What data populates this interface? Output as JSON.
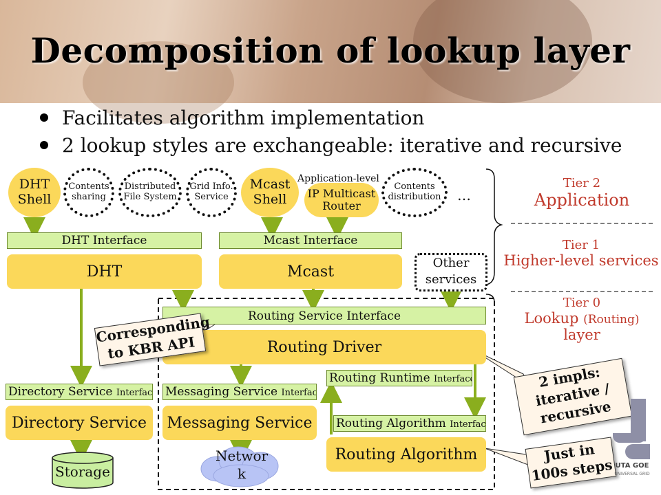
{
  "title": "Decomposition of lookup layer",
  "bullets": [
    "Facilitates algorithm implementation",
    "2 lookup styles are exchangeable: iterative and recursive"
  ],
  "apps": {
    "dht_shell": [
      "DHT",
      "Shell"
    ],
    "contents_sharing": [
      "Contents",
      "sharing"
    ],
    "distributed_fs": [
      "Distributed",
      "File System"
    ],
    "grid_info": [
      "Grid Info.",
      "Service"
    ],
    "mcast_shell": [
      "Mcast",
      "Shell"
    ],
    "ip_multicast_top": "Application-level",
    "ip_multicast": [
      "IP Multicast",
      "Router"
    ],
    "contents_distribution": [
      "Contents",
      "distribution"
    ],
    "ellipsis": "…"
  },
  "interfaces": {
    "dht": "DHT Interface",
    "mcast": "Mcast Interface",
    "routing_service": "Routing Service Interface",
    "directory_main": "Directory Service",
    "messaging_main": "Messaging Service",
    "runtime_main": "Routing Runtime",
    "algorithm_main": "Routing Algorithm",
    "suffix": "Interface"
  },
  "components": {
    "dht": "DHT",
    "mcast": "Mcast",
    "other": [
      "Other",
      "services"
    ],
    "routing_driver": "Routing Driver",
    "directory_service": "Directory Service",
    "messaging_service": "Messaging Service",
    "routing_algorithm": "Routing Algorithm",
    "storage": "Storage",
    "network": [
      "Networ",
      "k"
    ]
  },
  "tiers": {
    "t2_label": "Tier 2",
    "t2_name": "Application",
    "t1_label": "Tier 1",
    "t1_name": "Higher-level services",
    "t0_label": "Tier 0",
    "t0_name": "Lookup",
    "t0_paren": "(Routing)",
    "t0_name2": "layer"
  },
  "callouts": {
    "kbr": [
      "Corresponding",
      "to KBR API"
    ],
    "impls": [
      "2 impls:",
      "iterative /",
      "recursive"
    ],
    "steps": [
      "Just in",
      "100s steps"
    ]
  },
  "logo": {
    "text": "UTA GOE",
    "sub": "UNIVERSAL GRID"
  },
  "colors": {
    "component": "#fbd85a",
    "interface": "#d6f2a4",
    "arrow": "#8aae1e",
    "tier": "#c0392b"
  }
}
